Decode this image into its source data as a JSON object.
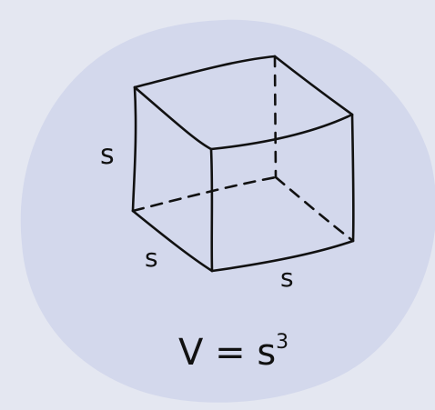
{
  "colors": {
    "background": "#e4e7f1",
    "circle": "#d3d8ec",
    "stroke": "#111111"
  },
  "labels": {
    "side_left": "s",
    "side_bottom_left": "s",
    "side_bottom_right": "s"
  },
  "formula": {
    "lhs": "V",
    "eq": "=",
    "base": "s",
    "exponent": "3"
  }
}
